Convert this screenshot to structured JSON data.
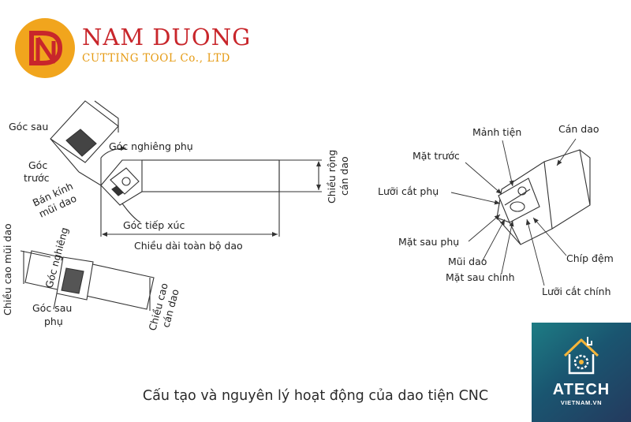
{
  "header": {
    "logo_letter": "N",
    "brand_name": "NAM DUONG",
    "brand_subtitle": "CUTTING TOOL Co., LTD"
  },
  "colors": {
    "brand_red": "#c8262b",
    "brand_orange": "#f1a51d",
    "line": "#333333",
    "badge_teal": "#1d6f80"
  },
  "left_diagram": {
    "labels": {
      "goc_sau": "Góc sau",
      "goc_truoc_1": "Góc",
      "goc_truoc_2": "trước",
      "ban_kinh_1": "Bán kính",
      "ban_kinh_2": "mũi dao",
      "goc_nghieng_phu": "Góc nghiêng phụ",
      "goc_tiep_xuc": "Góc tiếp xúc",
      "chieu_dai": "Chiều dài toàn bộ dao",
      "chieu_rong_1": "Chiều rộng",
      "chieu_rong_2": "cán dao",
      "chieu_cao_mui": "Chiều cao mũi dao",
      "goc_nghieng": "Góc nghiêng",
      "goc_sau_phu_1": "Góc sau",
      "goc_sau_phu_2": "phụ",
      "chieu_cao_can_1": "Chiều cao",
      "chieu_cao_can_2": "cán dao"
    }
  },
  "right_diagram": {
    "labels": {
      "manh_tien": "Mảnh tiện",
      "can_dao": "Cán dao",
      "mat_truoc": "Mặt trước",
      "luoi_cat_phu": "Lưỡi cắt phụ",
      "mat_sau_phu": "Mặt sau phụ",
      "mui_dao": "Mũi dao",
      "mat_sau_chinh": "Mặt sau chính",
      "chip_dem": "Chíp đệm",
      "luoi_cat_chinh": "Lưỡi cắt chính"
    }
  },
  "caption": "Cấu tạo và nguyên lý hoạt động của dao tiện CNC",
  "badge": {
    "title": "ATECH",
    "subtitle": "VIETNAM.VN"
  }
}
